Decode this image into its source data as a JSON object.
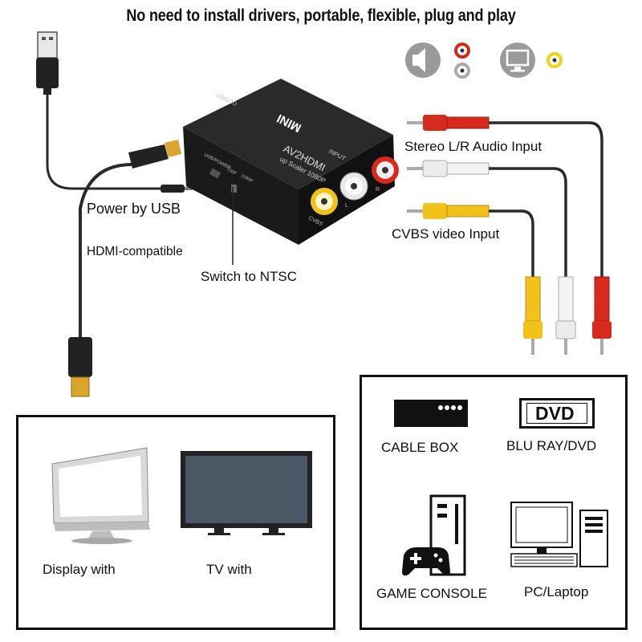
{
  "headline": "No need to install drivers, portable, flexible, plug and play",
  "device": {
    "brand": "MINI",
    "model": "AV2HDMI",
    "subtitle": "up Scaler 1080P",
    "port_output": "OUTPUT",
    "port_input": "INPUT",
    "port_usb": "USB/POWER",
    "switch_720": "720P",
    "switch_1080": "1080P",
    "jack_cvbs": "CVBS",
    "jack_l": "L",
    "jack_r": "R"
  },
  "callouts": {
    "power": "Power by USB",
    "hdmi": "HDMI-compatible",
    "switch": "Switch to NTSC",
    "audio": "Stereo L/R Audio Input",
    "video": "CVBS video Input"
  },
  "display_panel": {
    "monitor_caption": "Display with",
    "tv_caption": "TV with"
  },
  "source_panel": {
    "cable_box": "CABLE BOX",
    "dvd_badge": "DVD",
    "blu_ray": "BLU RAY/DVD",
    "game_console": "GAME CONSOLE",
    "pc": "PC/Laptop"
  },
  "colors": {
    "red_plug": "#e02b1f",
    "white_plug": "#e8e8e8",
    "yellow_plug": "#f3c21a",
    "cable": "#2a2a2a",
    "device_body": "#1c1c1c",
    "icon_gray": "#8c8c8c"
  },
  "icons": [
    "speaker-icon",
    "red-white-jack-icon",
    "monitor-icon",
    "yellow-jack-icon",
    "usb-plug-icon",
    "hdmi-plug-icon",
    "gamepad-icon"
  ]
}
